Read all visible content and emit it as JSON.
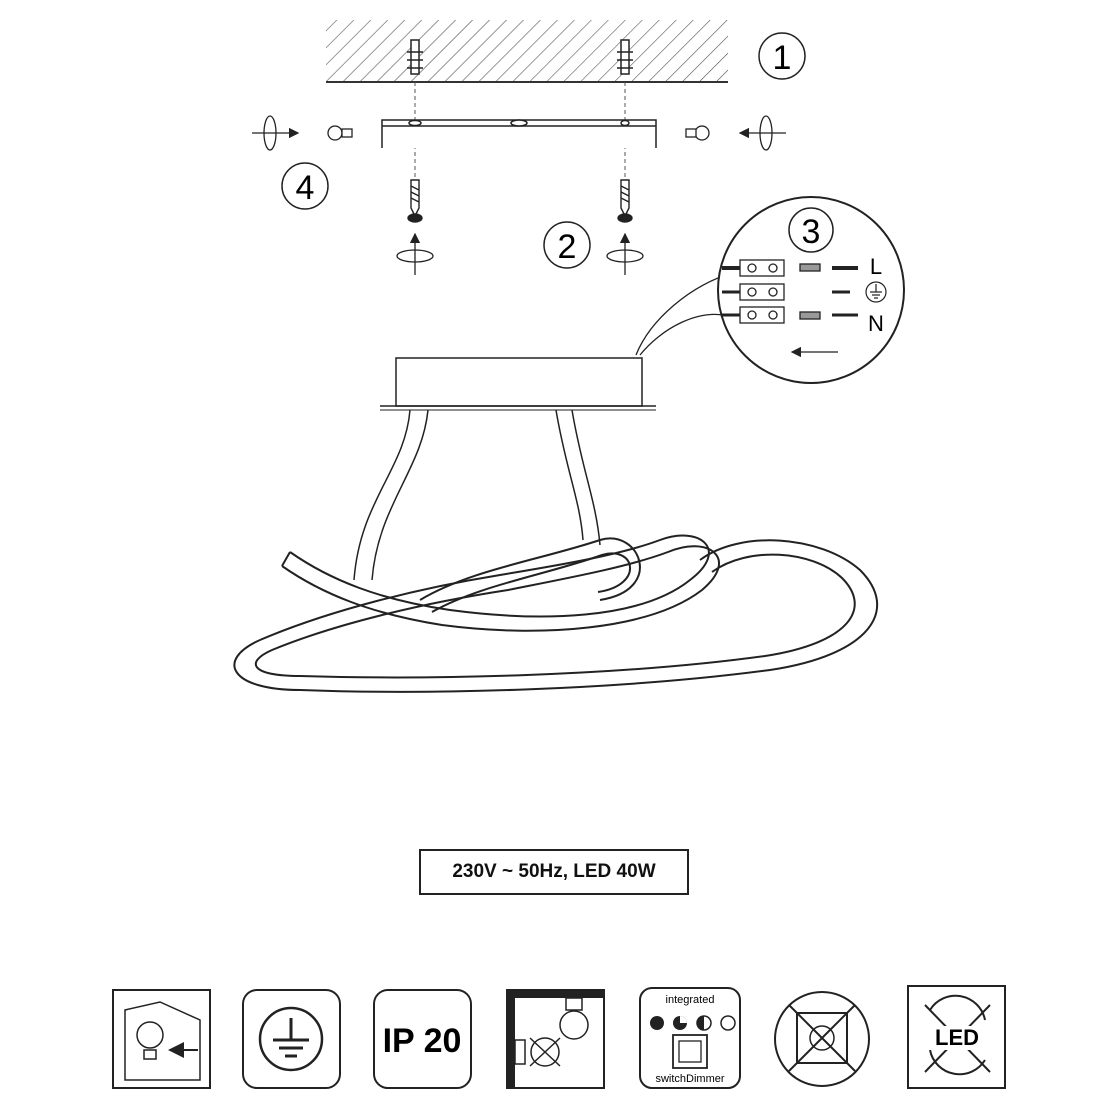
{
  "steps": {
    "s1": "1",
    "s2": "2",
    "s3": "3",
    "s4": "4"
  },
  "wiring": {
    "live": "L",
    "neutral": "N"
  },
  "spec": {
    "label": "230V ~ 50Hz, LED 40W"
  },
  "icons": {
    "ip_text": "IP 20",
    "dimmer_top": "integrated",
    "dimmer_bottom": "switchDimmer"
  }
}
